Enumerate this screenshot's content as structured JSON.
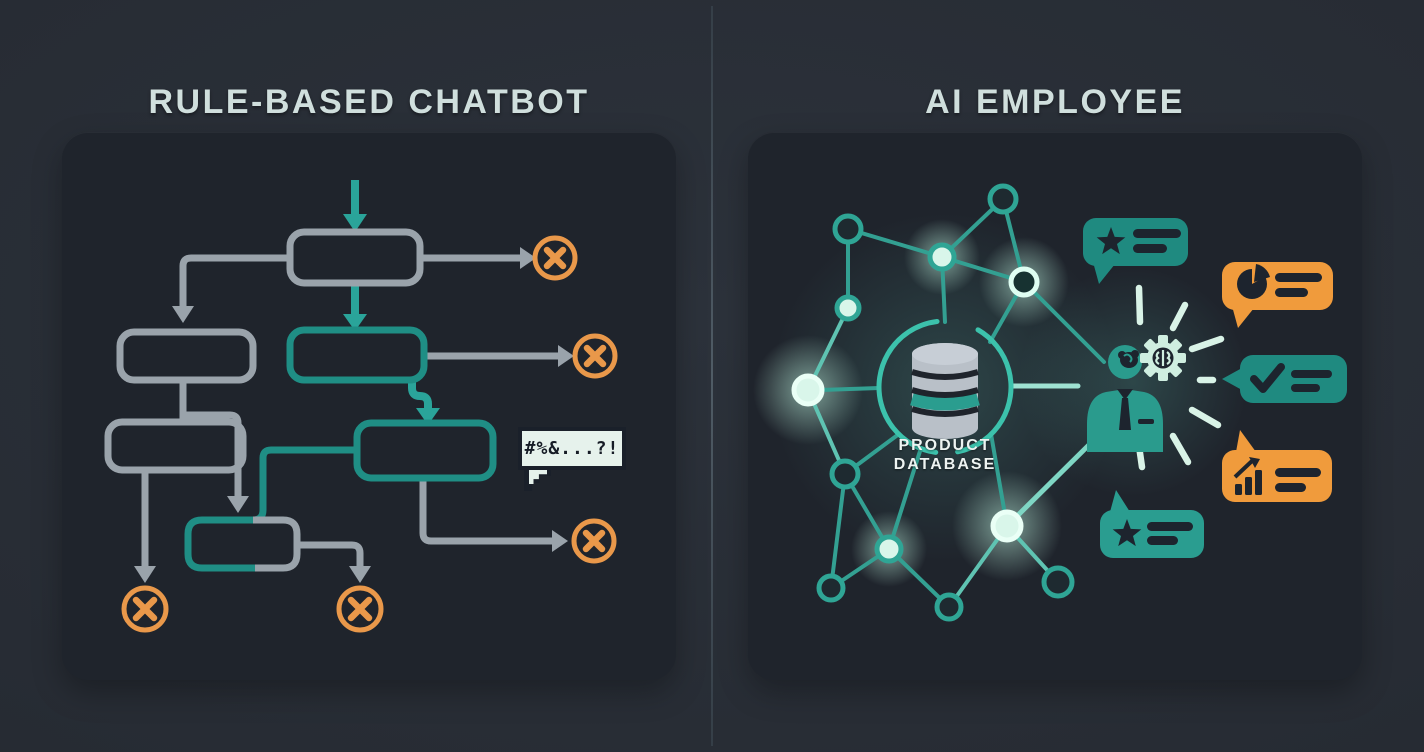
{
  "page": {
    "background": "#272c34",
    "card_background": "#1f242c",
    "divider_color": "#5c6a74"
  },
  "header": {
    "left_title": "RULE-BASED CHATBOT",
    "right_title": "AI EMPLOYEE"
  },
  "left_panel": {
    "type": "flowchart",
    "glitch_bubble_text": "#%&...?!",
    "flow_box_count": 6,
    "dead_end_count": 5,
    "colors": {
      "box_gray": "#9aa3ab",
      "box_teal": "#1f8e85",
      "arrow_teal": "#2aa49a",
      "dead_end_orange": "#e9984a",
      "glitch_bubble_bg": "#e6f2ec",
      "glitch_bubble_border": "#1a202a"
    }
  },
  "right_panel": {
    "type": "network",
    "database_label": {
      "line1": "PRODUCT",
      "line2": "DATABASE"
    },
    "node_count": 12,
    "chat_bubbles": [
      {
        "icon": "star-icon",
        "color": "#1f8a80",
        "position": "top-left"
      },
      {
        "icon": "pie-chart-icon",
        "color": "#f09b3c",
        "position": "top-right"
      },
      {
        "icon": "checkmark-icon",
        "color": "#1f8a80",
        "position": "middle-right"
      },
      {
        "icon": "bar-chart-icon",
        "color": "#f09b3c",
        "position": "bottom-right"
      },
      {
        "icon": "star-icon",
        "color": "#2a9d90",
        "position": "bottom-left"
      }
    ],
    "colors": {
      "edge_teal": "#33a092",
      "node_ring": "#2fa595",
      "node_bright_fill": "#d9f6ea",
      "glow_mint": "#bdeede",
      "ring_teal": "#3cc2ac",
      "cylinder_gray": "#b9c0c8",
      "cylinder_band_teal": "#2a9d8f",
      "person_teal": "#2a9b8d",
      "gear_mint": "#cfeee0",
      "icon_dark": "#1d242e"
    }
  }
}
